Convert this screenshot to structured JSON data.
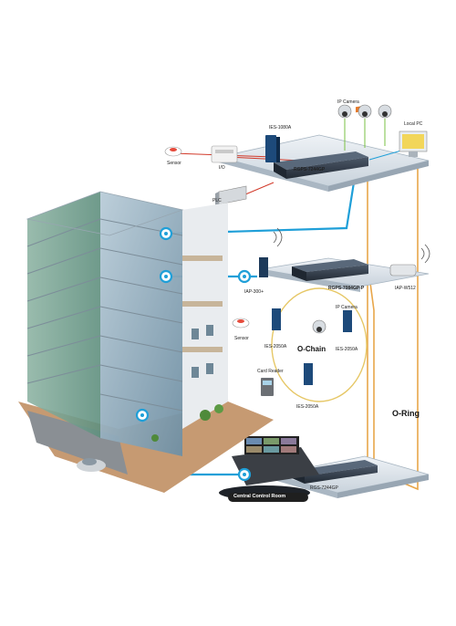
{
  "colors": {
    "ring_orange": "#e8a64a",
    "link_blue": "#1f9fd8",
    "chain_yellow": "#e6c766",
    "sensor_wire_red": "#d23a2a",
    "camera_wire_green": "#7ac043",
    "platform_top": "#dbe3ea",
    "switch_dark": "#2f3a48"
  },
  "labels": {
    "ies_1080a": "IES-1080A",
    "ip_camera_top": "IP Camera",
    "local_pc": "Local PC",
    "sensor_top": "Sensor",
    "io": "I/O",
    "rgps_7244gp_top": "RGPS-7244GP",
    "plc": "PLC",
    "iap_300": "IAP-300+",
    "rgps_7084gp_p": "RGPS-7084GP-P",
    "iap_w512": "IAP-W512",
    "sensor_mid": "Sensor",
    "ies_2050a_left": "IES-2050A",
    "ip_camera_mid": "IP Camera",
    "ies_2050a_right": "IES-2050A",
    "o_chain": "O-Chain",
    "card_reader": "Card Reader",
    "ies_2050a_bottom": "IES-2050A",
    "o_ring": "O-Ring",
    "rgs_7244gp": "RGS-7244GP",
    "central_control_room": "Central Control Room"
  }
}
